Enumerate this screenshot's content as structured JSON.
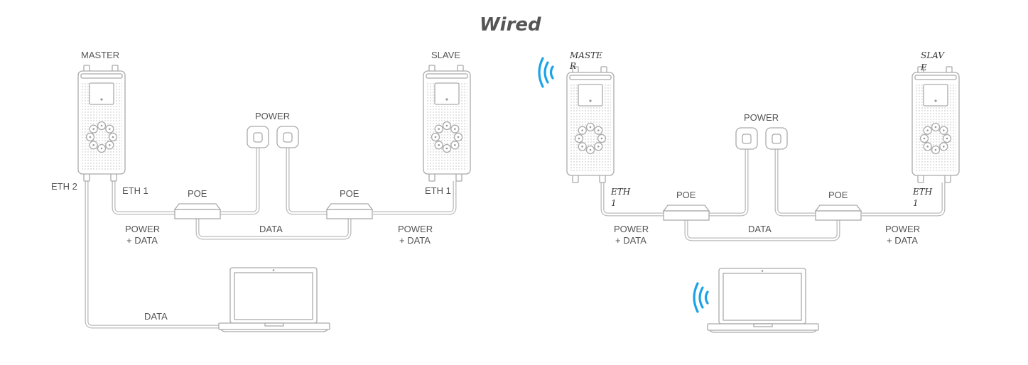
{
  "title": "Wired",
  "left_diagram": {
    "master_label": "MASTER",
    "slave_label": "SLAVE",
    "power_label": "POWER",
    "poe_left_label": "POE",
    "poe_right_label": "POE",
    "eth2_label": "ETH 2",
    "master_eth1_label": "ETH 1",
    "slave_eth1_label": "ETH 1",
    "master_power_data_line1": "POWER",
    "master_power_data_line2": "+ DATA",
    "slave_power_data_line1": "POWER",
    "slave_power_data_line2": "+ DATA",
    "poe_data_label": "DATA",
    "laptop_data_label": "DATA"
  },
  "right_diagram": {
    "master_label_line1": "MASTE",
    "master_label_line2": "R",
    "slave_label_line1": "SLAV",
    "slave_label_line2": "E",
    "power_label": "POWER",
    "poe_left_label": "POE",
    "poe_right_label": "POE",
    "master_eth1_line1": "ETH",
    "master_eth1_line2": "1",
    "slave_eth1_line1": "ETH",
    "slave_eth1_line2": "1",
    "master_power_data_line1": "POWER",
    "master_power_data_line2": "+ DATA",
    "slave_power_data_line1": "POWER",
    "slave_power_data_line2": "+ DATA",
    "poe_data_label": "DATA"
  },
  "colors": {
    "wifi": "#1aa3e8",
    "line": "#aaaaaa",
    "text": "#555555"
  },
  "icons": [
    "device-icon",
    "power-outlet-icon",
    "poe-injector-icon",
    "laptop-icon",
    "wifi-icon"
  ]
}
